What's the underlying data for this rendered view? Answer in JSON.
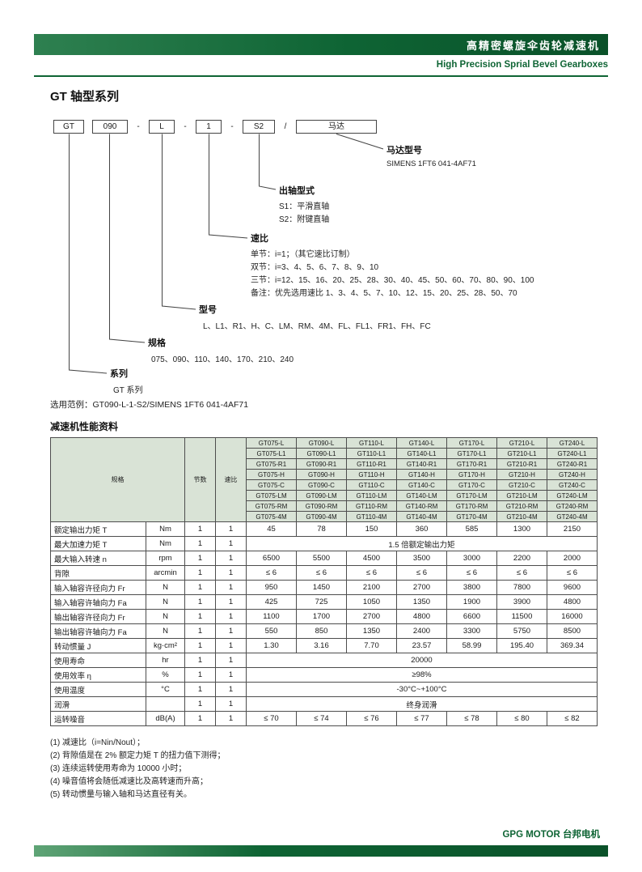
{
  "colors": {
    "brand_green": "#0e6434",
    "table_header_bg": "#d9e3d6"
  },
  "header": {
    "title_cn": "高精密螺旋伞齿轮减速机",
    "subtitle_en": "High Precision Sprial Bevel Gearboxes"
  },
  "section_title": "GT 轴型系列",
  "model_code": {
    "segments": [
      "GT",
      "090",
      "-",
      "L",
      "-",
      "1",
      "-",
      "S2",
      "/",
      "马达"
    ]
  },
  "diagram": {
    "items": [
      {
        "label": "马达型号",
        "lines": [
          "SIMENS 1FT6 041-4AF71"
        ]
      },
      {
        "label": "出轴型式",
        "lines": [
          "S1：平滑直轴",
          "S2：附键直轴"
        ]
      },
      {
        "label": "速比",
        "lines": [
          "单节：i=1；（其它速比订制）",
          "双节：i=3、4、5、6、7、8、9、10",
          "三节：i=12、15、16、20、25、28、30、40、45、50、60、70、80、90、100",
          "备注：优先选用速比 1、3、4、5、7、10、12、15、20、25、28、50、70"
        ]
      },
      {
        "label": "型号",
        "lines": [
          "L、L1、R1、H、C、LM、RM、4M、FL、FL1、FR1、FH、FC"
        ]
      },
      {
        "label": "规格",
        "lines": [
          "075、090、110、140、170、210、240"
        ]
      },
      {
        "label": "系列",
        "lines": [
          "GT 系列"
        ]
      }
    ]
  },
  "example": "选用范例：GT090-L-1-S2/SIMENS 1FT6 041-4AF71",
  "table": {
    "title": "减速机性能资料",
    "corner_label": "规格",
    "col_headers": [
      "节数",
      "速比"
    ],
    "model_grid": [
      [
        "GT075-L",
        "GT090-L",
        "GT110-L",
        "GT140-L",
        "GT170-L",
        "GT210-L",
        "GT240-L"
      ],
      [
        "GT075-L1",
        "GT090-L1",
        "GT110-L1",
        "GT140-L1",
        "GT170-L1",
        "GT210-L1",
        "GT240-L1"
      ],
      [
        "GT075-R1",
        "GT090-R1",
        "GT110-R1",
        "GT140-R1",
        "GT170-R1",
        "GT210-R1",
        "GT240-R1"
      ],
      [
        "GT075-H",
        "GT090-H",
        "GT110-H",
        "GT140-H",
        "GT170-H",
        "GT210-H",
        "GT240-H"
      ],
      [
        "GT075-C",
        "GT090-C",
        "GT110-C",
        "GT140-C",
        "GT170-C",
        "GT210-C",
        "GT240-C"
      ],
      [
        "GT075-LM",
        "GT090-LM",
        "GT110-LM",
        "GT140-LM",
        "GT170-LM",
        "GT210-LM",
        "GT240-LM"
      ],
      [
        "GT075-RM",
        "GT090-RM",
        "GT110-RM",
        "GT140-RM",
        "GT170-RM",
        "GT210-RM",
        "GT240-RM"
      ],
      [
        "GT075-4M",
        "GT090-4M",
        "GT110-4M",
        "GT140-4M",
        "GT170-4M",
        "GT210-4M",
        "GT240-4M"
      ]
    ],
    "rows": [
      {
        "label": "额定输出力矩 T",
        "unit": "Nm",
        "sections": "1",
        "ratio": "1",
        "values": [
          "45",
          "78",
          "150",
          "360",
          "585",
          "1300",
          "2150"
        ]
      },
      {
        "label": "最大加速力矩 T",
        "unit": "Nm",
        "sections": "1",
        "ratio": "1",
        "span": "1.5 倍额定输出力矩"
      },
      {
        "label": "最大输入转速 n",
        "unit": "rpm",
        "sections": "1",
        "ratio": "1",
        "values": [
          "6500",
          "5500",
          "4500",
          "3500",
          "3000",
          "2200",
          "2000"
        ]
      },
      {
        "label": "背隙",
        "unit": "arcmin",
        "sections": "1",
        "ratio": "1",
        "values": [
          "≤ 6",
          "≤ 6",
          "≤ 6",
          "≤ 6",
          "≤ 6",
          "≤ 6",
          "≤ 6"
        ]
      },
      {
        "label": "输入轴容许径向力 Fr",
        "unit": "N",
        "sections": "1",
        "ratio": "1",
        "values": [
          "950",
          "1450",
          "2100",
          "2700",
          "3800",
          "7800",
          "9600"
        ]
      },
      {
        "label": "输入轴容许轴向力 Fa",
        "unit": "N",
        "sections": "1",
        "ratio": "1",
        "values": [
          "425",
          "725",
          "1050",
          "1350",
          "1900",
          "3900",
          "4800"
        ]
      },
      {
        "label": "输出轴容许径向力 Fr",
        "unit": "N",
        "sections": "1",
        "ratio": "1",
        "values": [
          "1100",
          "1700",
          "2700",
          "4800",
          "6600",
          "11500",
          "16000"
        ]
      },
      {
        "label": "输出轴容许轴向力 Fa",
        "unit": "N",
        "sections": "1",
        "ratio": "1",
        "values": [
          "550",
          "850",
          "1350",
          "2400",
          "3300",
          "5750",
          "8500"
        ]
      },
      {
        "label": "转动惯量 J",
        "unit": "kg·cm²",
        "sections": "1",
        "ratio": "1",
        "values": [
          "1.30",
          "3.16",
          "7.70",
          "23.57",
          "58.99",
          "195.40",
          "369.34"
        ]
      },
      {
        "label": "使用寿命",
        "unit": "hr",
        "sections": "1",
        "ratio": "1",
        "span": "20000"
      },
      {
        "label": "使用效率 η",
        "unit": "%",
        "sections": "1",
        "ratio": "1",
        "span": "≥98%"
      },
      {
        "label": "使用温度",
        "unit": "°C",
        "sections": "1",
        "ratio": "1",
        "span": "-30°C~+100°C"
      },
      {
        "label": "润滑",
        "unit": "",
        "sections": "1",
        "ratio": "1",
        "span": "终身润滑"
      },
      {
        "label": "运转噪音",
        "unit": "dB(A)",
        "sections": "1",
        "ratio": "1",
        "values": [
          "≤ 70",
          "≤ 74",
          "≤ 76",
          "≤ 77",
          "≤ 78",
          "≤ 80",
          "≤ 82"
        ]
      }
    ]
  },
  "notes": [
    "(1) 减速比（i=Nin/Nout）；",
    "(2) 背隙值是在 2% 额定力矩 T 的扭力值下测得；",
    "(3) 连续运转使用寿命为 10000 小时；",
    "(4) 噪音值将会随低减速比及高转速而升高；",
    "(5) 转动惯量与输入轴和马达直径有关。"
  ],
  "footer": {
    "brand": "GPG MOTOR 台邦电机"
  }
}
